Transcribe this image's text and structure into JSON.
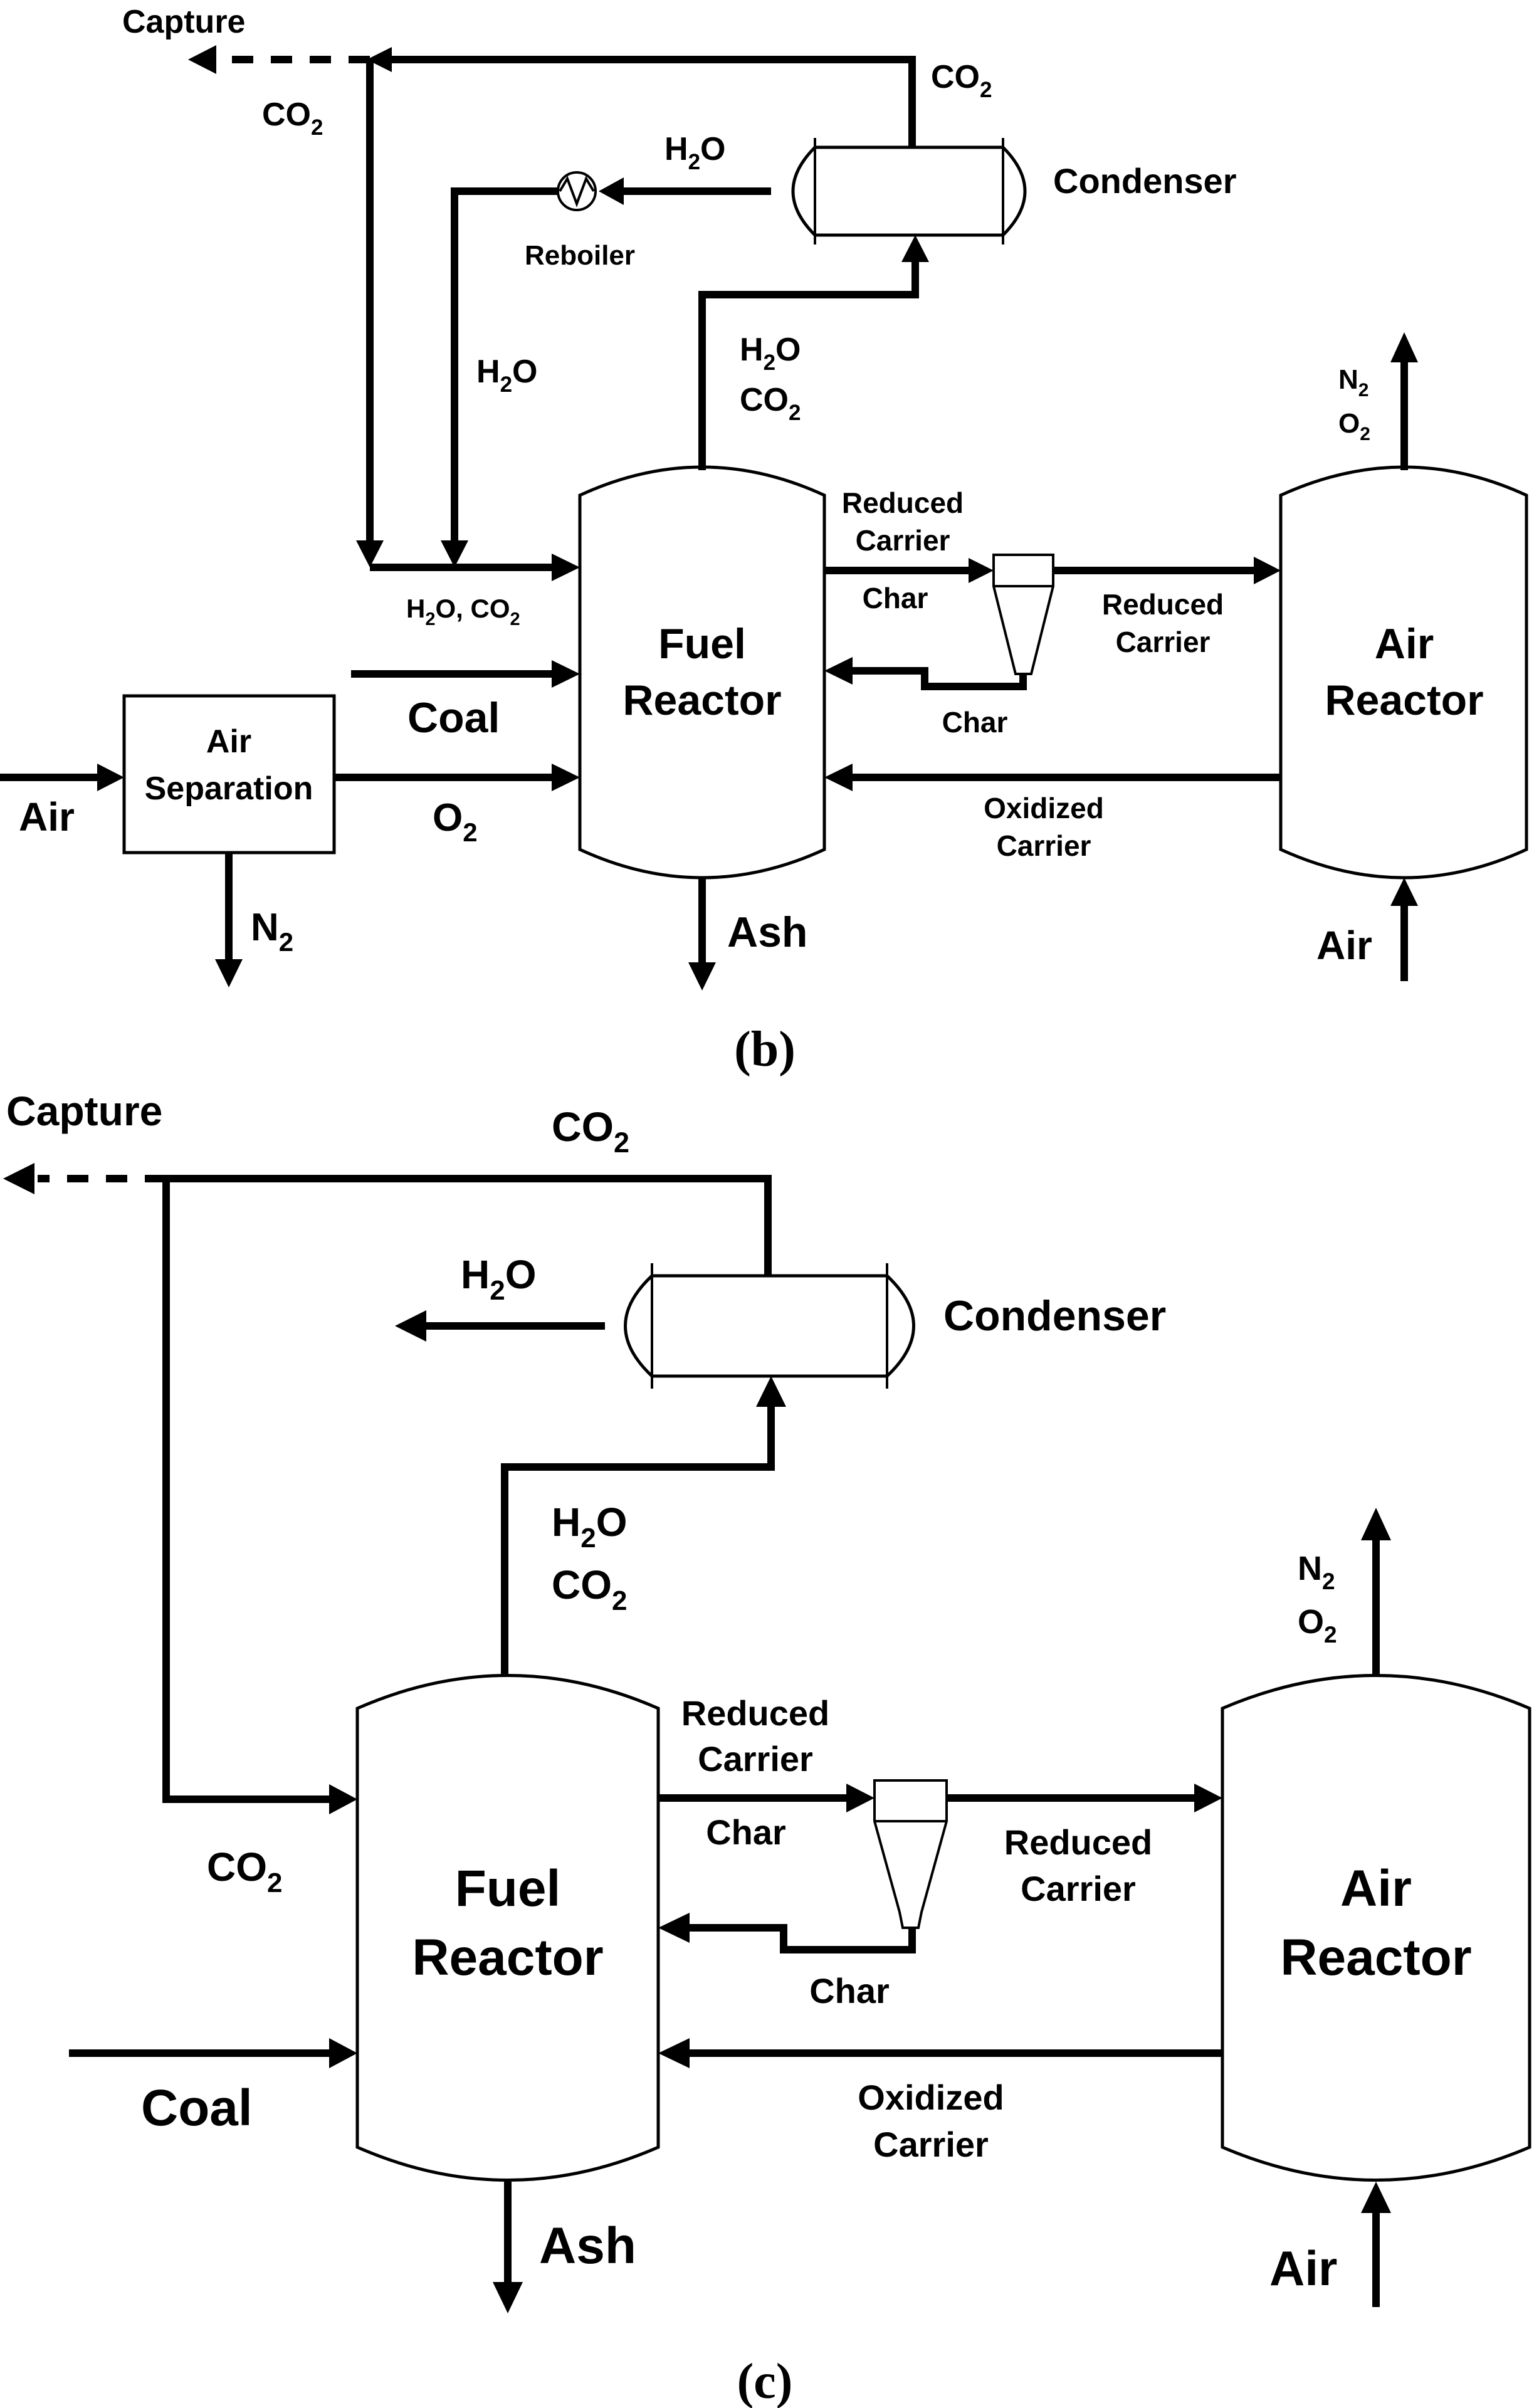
{
  "panel_b": {
    "caption": "(b)",
    "capture": "Capture",
    "co2_capture": "CO2",
    "co2_top": "CO2",
    "condenser": "Condenser",
    "h2o_condenser": "H2O",
    "reboiler": "Reboiler",
    "h2o_recycle": "H2O",
    "h2o_out": "H2O",
    "co2_out": "CO2",
    "mix_label": "H2O, CO2",
    "coal": "Coal",
    "air_in": "Air",
    "air_sep_line1": "Air",
    "air_sep_line2": "Separation",
    "o2": "O2",
    "n2_out": "N2",
    "fuel_reactor_line1": "Fuel",
    "fuel_reactor_line2": "Reactor",
    "ash": "Ash",
    "reduced_carrier_1": "Reduced",
    "reduced_carrier_1b": "Carrier",
    "char_1": "Char",
    "reduced_carrier_2": "Reduced",
    "reduced_carrier_2b": "Carrier",
    "char_2": "Char",
    "oxidized_1": "Oxidized",
    "oxidized_2": "Carrier",
    "air_reactor_line1": "Air",
    "air_reactor_line2": "Reactor",
    "n2_vent": "N2",
    "o2_vent": "O2",
    "air_to_reactor": "Air"
  },
  "panel_c": {
    "caption": "(c)",
    "capture": "Capture",
    "co2_top": "CO2",
    "condenser": "Condenser",
    "h2o_out": "H2O",
    "h2o_reactor": "H2O",
    "co2_reactor": "CO2",
    "co2_recycle": "CO2",
    "coal": "Coal",
    "fuel_reactor_line1": "Fuel",
    "fuel_reactor_line2": "Reactor",
    "ash": "Ash",
    "reduced_carrier_1": "Reduced",
    "reduced_carrier_1b": "Carrier",
    "char_1": "Char",
    "reduced_carrier_2": "Reduced",
    "reduced_carrier_2b": "Carrier",
    "char_2": "Char",
    "oxidized_1": "Oxidized",
    "oxidized_2": "Carrier",
    "air_reactor_line1": "Air",
    "air_reactor_line2": "Reactor",
    "n2_vent": "N2",
    "o2_vent": "O2",
    "air_to_reactor": "Air"
  }
}
